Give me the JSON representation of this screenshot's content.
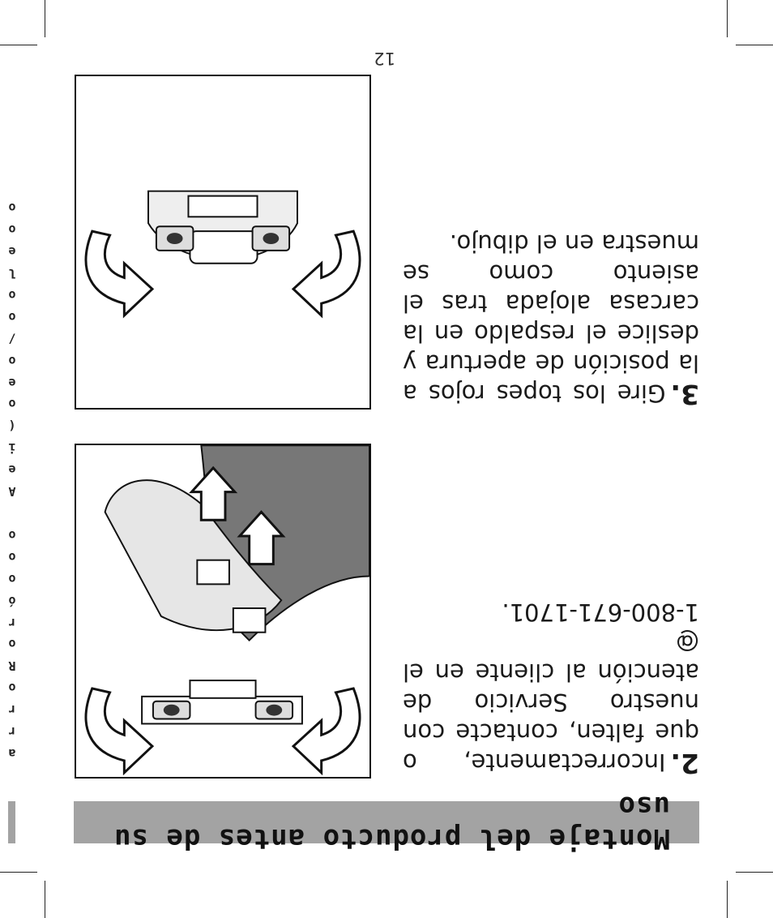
{
  "page": {
    "section_title": "Montaje del producto antes de su uso",
    "page_number": "12"
  },
  "sidebar": {
    "characters": [
      "a",
      "r",
      "r",
      "o",
      "R",
      "o",
      "r",
      "ó",
      "o",
      "o",
      "o",
      " ",
      "A",
      "e",
      "i",
      "(",
      "o",
      "e",
      "o",
      "/",
      "o",
      "o",
      "l",
      "e",
      "o",
      "o"
    ]
  },
  "steps": [
    {
      "number": "2.",
      "text": "Incorrectamente, o que falten, contacte con nuestro Servicio de atención al cliente en el @",
      "phone": "1-800-671-1701."
    },
    {
      "number": "3.",
      "text": "Gire los topes rojos a la posición de apertura y deslice el respaldo en la carcasa alojada tras el asiento como se muestra en el dibujo."
    }
  ],
  "figures": [
    {
      "icon": "press-buttons-illustration"
    },
    {
      "icon": "rotate-stops-illustration"
    }
  ]
}
